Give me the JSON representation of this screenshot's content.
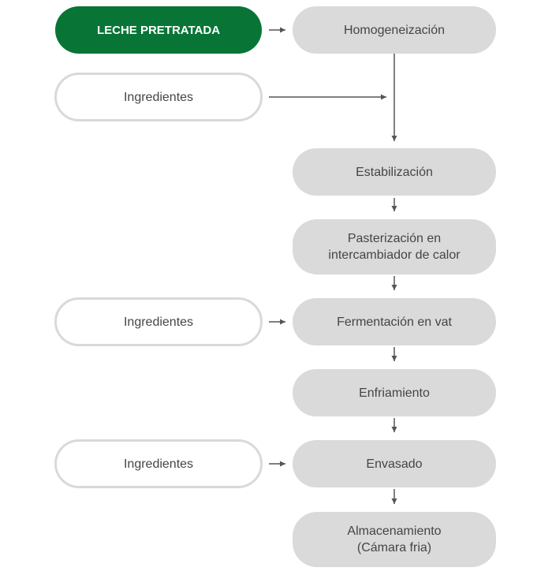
{
  "start": {
    "label": "LECHE PRETRATADA"
  },
  "inputs": [
    {
      "label": "Ingredientes"
    },
    {
      "label": "Ingredientes"
    },
    {
      "label": "Ingredientes"
    }
  ],
  "steps": [
    {
      "label": "Homogeneización"
    },
    {
      "label": "Estabilización"
    },
    {
      "label": "Pasterización en\nintercambiador de calor"
    },
    {
      "label": "Fermentación en vat"
    },
    {
      "label": "Enfriamiento"
    },
    {
      "label": "Envasado"
    },
    {
      "label": "Almacenamiento\n(Cámara fria)"
    }
  ],
  "colors": {
    "start_fill": "#087536",
    "step_fill": "#dadada",
    "input_border": "#d9d9d9",
    "arrow": "#555555"
  }
}
